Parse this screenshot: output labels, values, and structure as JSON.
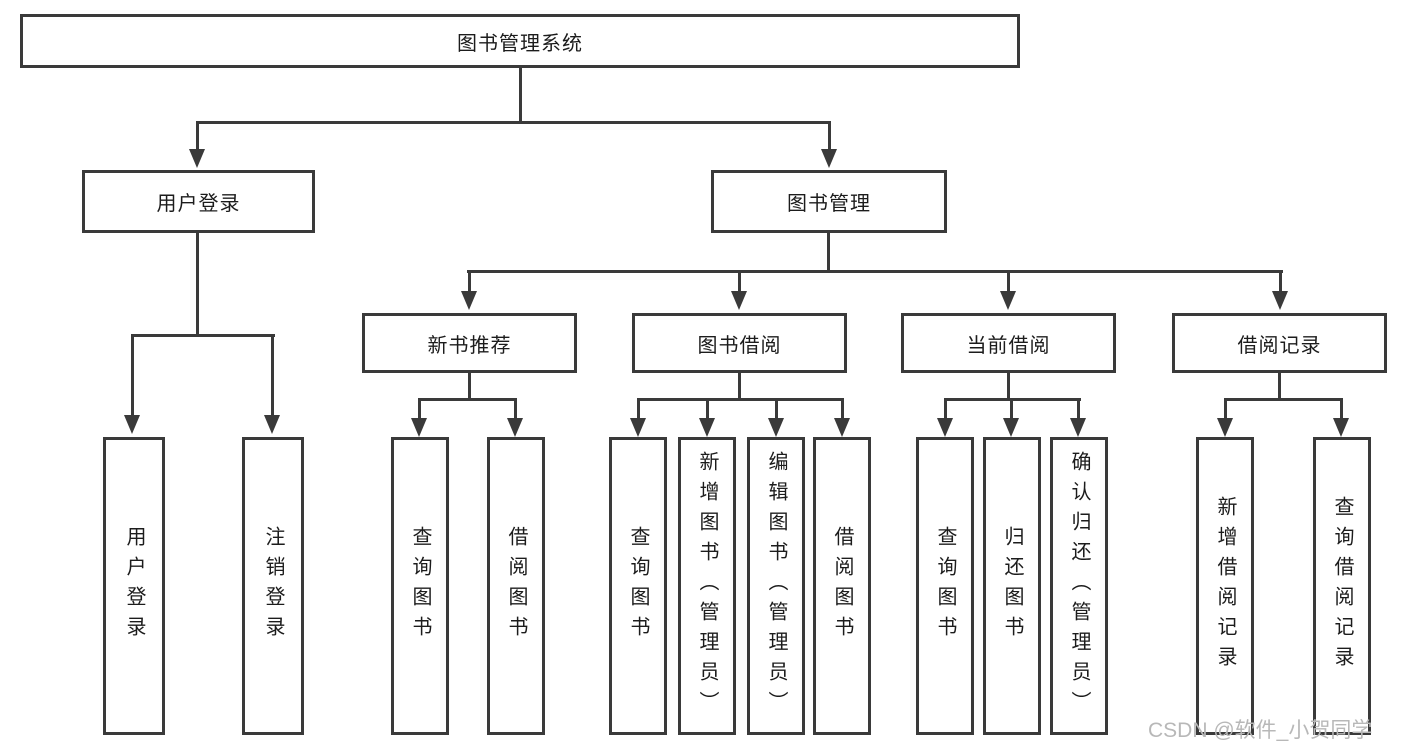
{
  "diagram_type": "hierarchy-tree",
  "colors": {
    "line": "#3a3a3a",
    "box_border": "#3a3a3a",
    "text": "#1c1c1c",
    "watermark": "#b8b8b8",
    "background": "#ffffff"
  },
  "tree": {
    "label": "图书管理系统",
    "children": [
      {
        "label": "用户登录",
        "leaves": [
          "用户登录",
          "注销登录"
        ]
      },
      {
        "label": "图书管理",
        "children": [
          {
            "label": "新书推荐",
            "leaves": [
              "查询图书",
              "借阅图书"
            ]
          },
          {
            "label": "图书借阅",
            "leaves": [
              "查询图书",
              "新增图书（管理员）",
              "编辑图书（管理员）",
              "借阅图书"
            ]
          },
          {
            "label": "当前借阅",
            "leaves": [
              "查询图书",
              "归还图书",
              "确认归还（管理员）"
            ]
          },
          {
            "label": "借阅记录",
            "leaves": [
              "新增借阅记录",
              "查询借阅记录"
            ]
          }
        ]
      }
    ]
  },
  "watermark": {
    "text": "CSDN @软件_小贺同学"
  }
}
